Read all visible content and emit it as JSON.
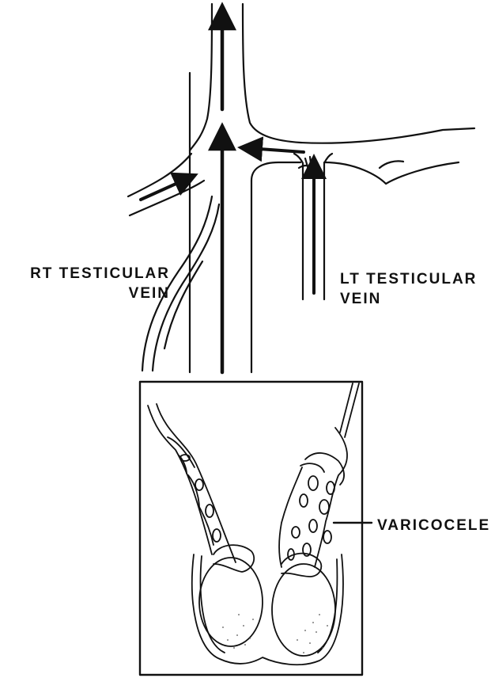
{
  "labels": {
    "rt_line1": "RT TESTICULAR",
    "rt_line2": "VEIN",
    "lt_line1": "LT TESTICULAR",
    "lt_line2": "VEIN",
    "varicocele": "VARICOCELE"
  },
  "colors": {
    "ink": "#111111",
    "paper": "#ffffff",
    "stipple": "#555555"
  }
}
